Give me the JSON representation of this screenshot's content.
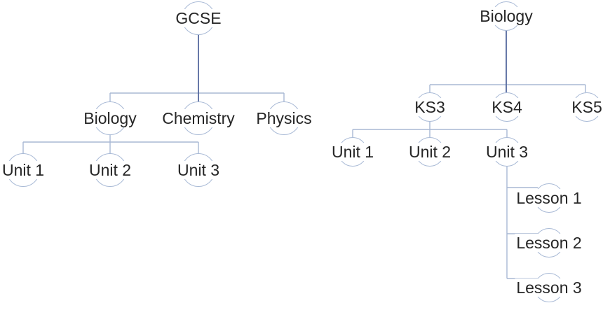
{
  "page": {
    "background": "#ffffff"
  },
  "colors": {
    "connector_light": "#a8b8d4",
    "connector_dark": "#56699f",
    "node_ring": "#a9bad6",
    "label_text": "#262626"
  },
  "trees": [
    {
      "name": "gcse-subject-hierarchy",
      "nodes": {
        "root": "GCSE",
        "child1": "Biology",
        "child2": "Chemistry",
        "child3": "Physics",
        "grandchild1": "Unit 1",
        "grandchild2": "Unit 2",
        "grandchild3": "Unit 3"
      }
    },
    {
      "name": "biology-keystage-hierarchy",
      "nodes": {
        "root": "Biology",
        "child1": "KS3",
        "child2": "KS4",
        "child3": "KS5",
        "grandchild1": "Unit 1",
        "grandchild2": "Unit 2",
        "grandchild3": "Unit 3",
        "leaf1": "Lesson 1",
        "leaf2": "Lesson 2",
        "leaf3": "Lesson 3"
      }
    }
  ]
}
